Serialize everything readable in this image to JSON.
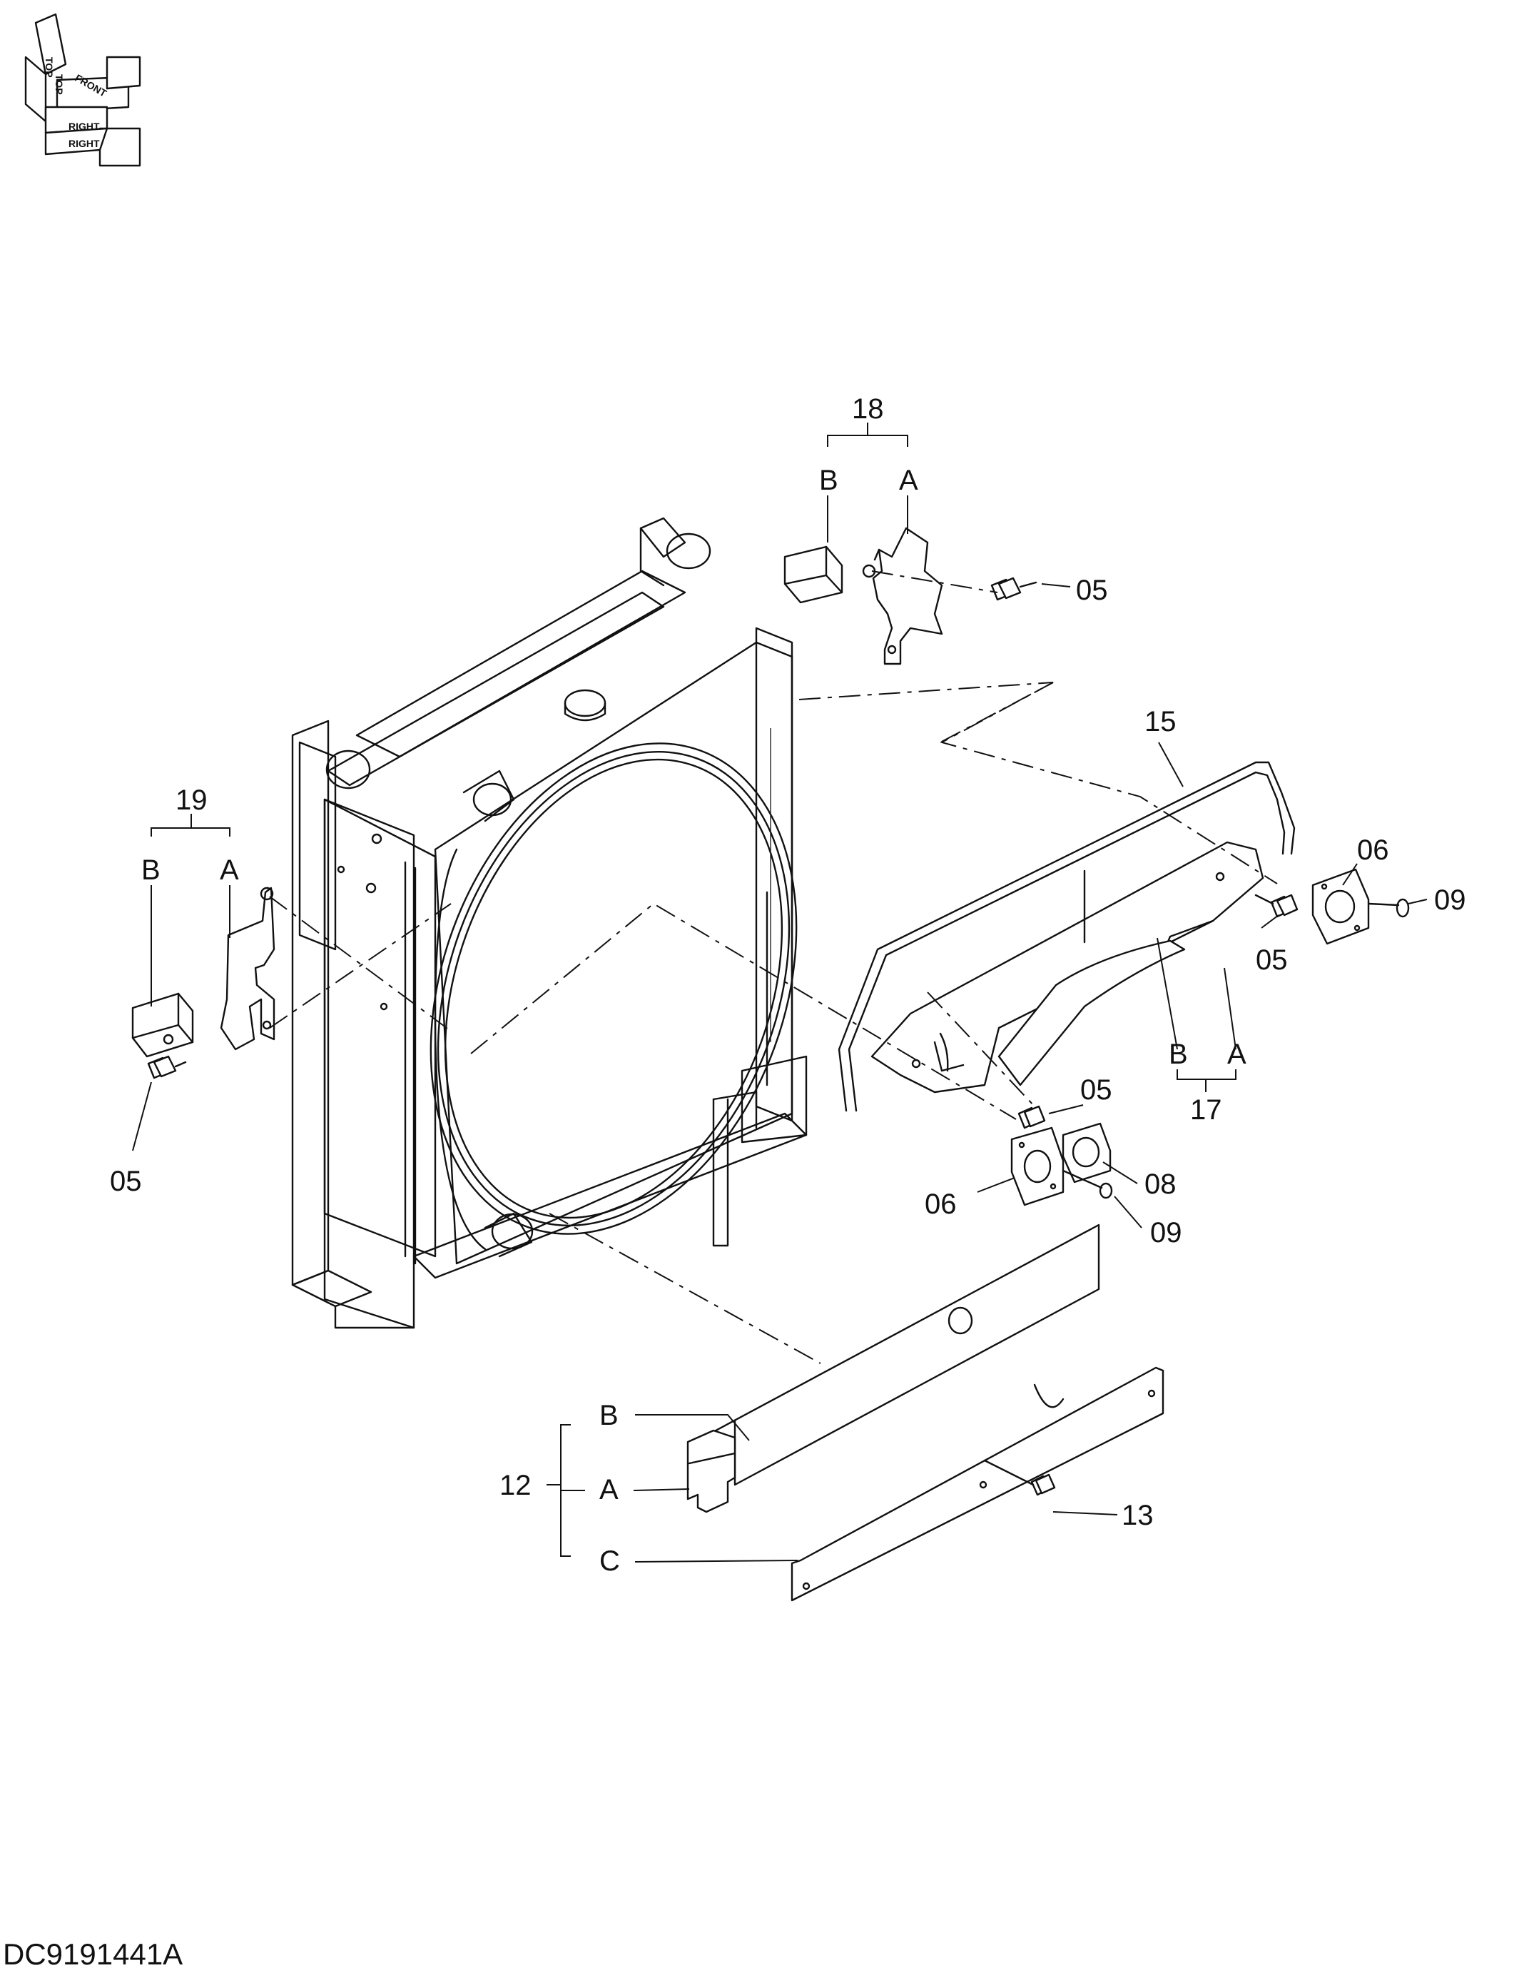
{
  "orientation": {
    "top": "TOP",
    "front": "FRONT",
    "right": "RIGHT"
  },
  "callouts": {
    "c18": "18",
    "c18b": "B",
    "c18a": "A",
    "c05_top": "05",
    "c15": "15",
    "c19": "19",
    "c19b": "B",
    "c19a": "A",
    "c05_left": "05",
    "c06_right": "06",
    "c09_right": "09",
    "c05_mid": "05",
    "c17b": "B",
    "c17a": "A",
    "c17": "17",
    "c05_low": "05",
    "c06_low": "06",
    "c08": "08",
    "c09_low": "09",
    "c12": "12",
    "c12b": "B",
    "c12a": "A",
    "c12c": "C",
    "c13": "13"
  },
  "drawing_number": "DC9191441A"
}
